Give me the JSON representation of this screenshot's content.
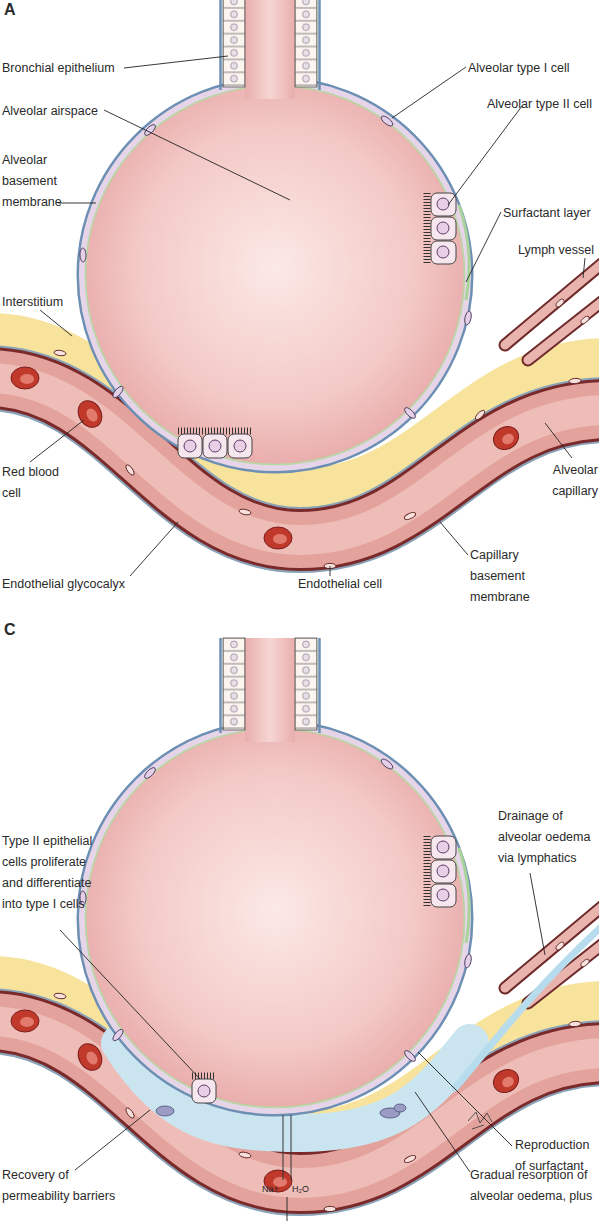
{
  "diagram": {
    "labels": [
      "A",
      "Bronchial epithelium",
      "Alveolar type I cell",
      "Alveolar airspace",
      "Alveolar type II cell",
      "Alveolar basement membrane",
      "Surfactant layer",
      "Lymph vessel",
      "Interstitium",
      "Red blood cell",
      "Alveolar capillary",
      "Endothelial glycocalyx",
      "Endothelial cell",
      "Capillary basement membrane",
      "C",
      "Type II epithelial cells proliferate and differentiate into type I cells",
      "Drainage of alveolar oedema via lymphatics",
      "Reproduction of surfactant",
      "Na+",
      "H₂O",
      "Recovery of permeability barriers",
      "Gradual resorption of alveolar oedema, plus"
    ]
  }
}
